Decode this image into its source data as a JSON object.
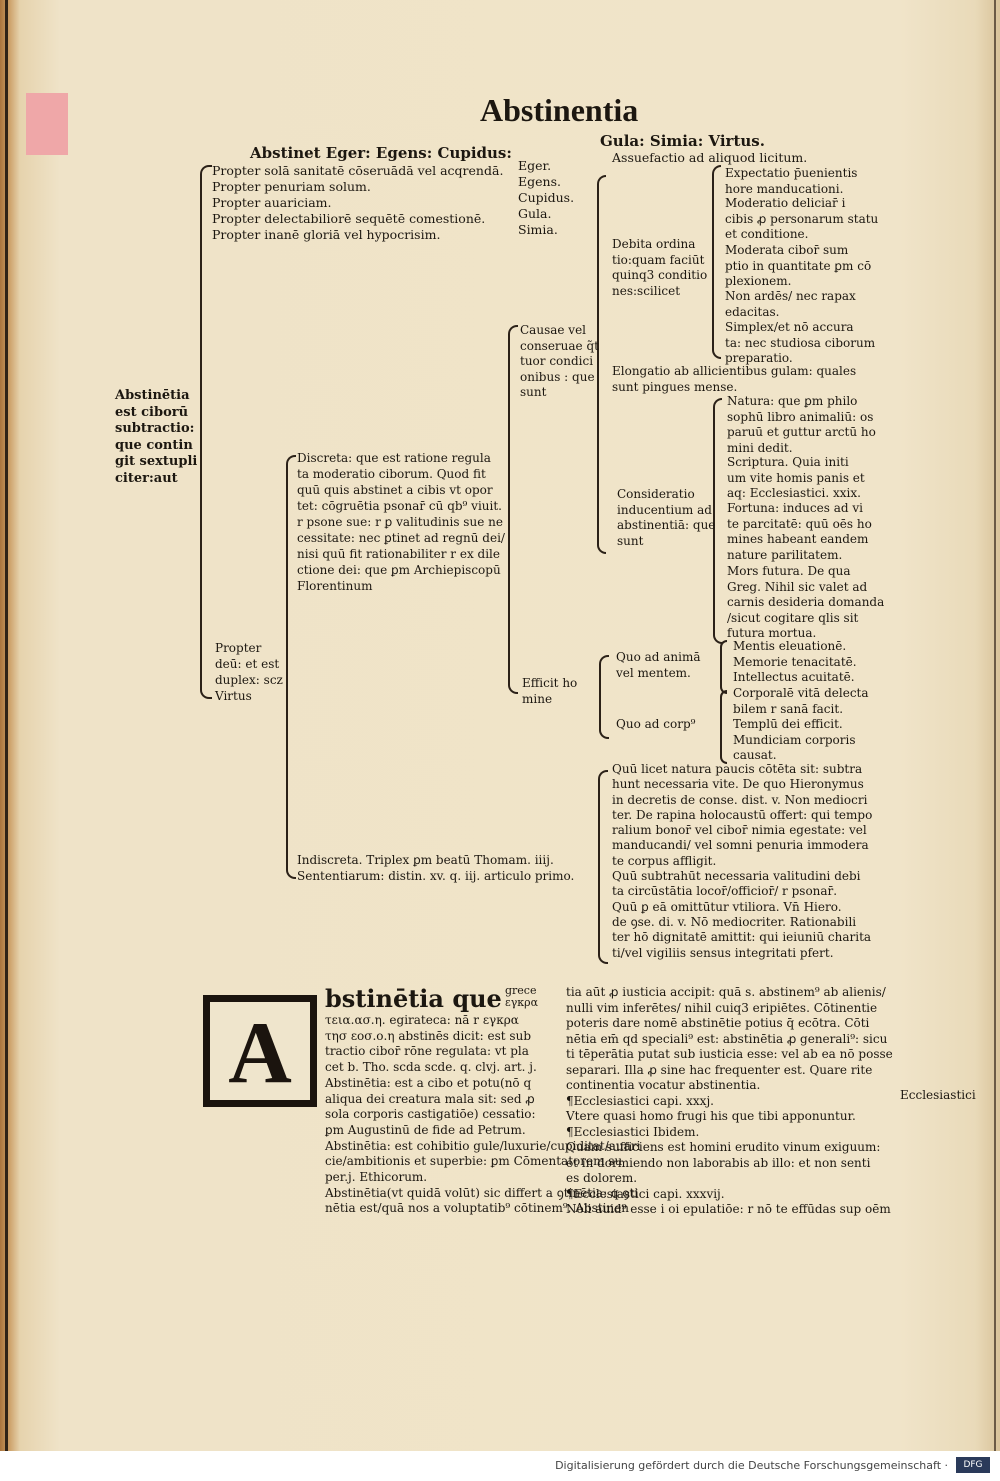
{
  "page": {
    "title": "Abstinentia",
    "head_terms": "Abstinet  Eger:  Egens:  Cupidus:",
    "head_terms2": "Gula:  Simia:  Virtus."
  },
  "propter_list": [
    "Propter solā sanitatē cōseruādā vel acqrendā.",
    "Propter penuriam solum.",
    "Propter auariciam.",
    "Propter delectabiliorē sequētē comestionē.",
    "Propter inanē gloriā vel hypocrisim."
  ],
  "list_b": [
    "Eger.",
    "Egens.",
    "Cupidus.",
    "Gula.",
    "Simia."
  ],
  "left_def": "Abstinētia\nest ciborū\nsubtractio:\nque contin\ngit sextupli\nciter:aut",
  "debita": "Debita ordina\ntio:quam faciūt\nquinq3 conditio\nnes:scilicet",
  "assuefactio": "Assuefactio ad aliquod licitum.",
  "conditiones": [
    "Expectatio p̄uenientis\nhore manducationi.",
    "Moderatio deliciar̄ i\ncibis ꝓ personarum statu\net conditione.",
    "Moderata cibor̄ sum\nptio in quantitate ꝑm cō\nplexionem.",
    "Non ardēs/ nec rapax\nedacitas.",
    "Simplex/et nō accura\nta: nec studiosa ciborum\npreparatio."
  ],
  "causae": "Causae vel\nconseruae q̃t\ntuor condici\nonibus : que\nsunt",
  "elongatio": "Elongatio ab allicientibus gulam: quales\nsunt pingues mense.",
  "consideratio": "Consideratio\ninducentium ad\nabstinentiā: que\nsunt",
  "consid_items": [
    "Natura: que ꝑm philo\nsophū libro animaliū: os\nparuū et guttur arctū ho\nmini dedit.",
    "Scriptura. Quia initi\num vite homis panis et\naq: Ecclesiastici. xxix.",
    "Fortuna: induces ad vi\nte parcitatē: quū oēs ho\nmines habeant eandem\nnature parilitatem.",
    "Mors futura. De qua\nGreg. Nihil sic valet ad\ncarnis desideria domanda\n/sicut cogitare qlis sit\nfutura mortua."
  ],
  "discreta": "Discreta: que est ratione regula\nta moderatio ciborum. Quod fit\nquū quis abstinet a cibis vt opor\ntet: cōgruētia psonar̄ cū qb⁹ viuit.\nr psone sue: r ꝑ valitudinis sue ne\ncessitate: nec ꝑtinet ad regnū dei/\nnisi quū fit rationabiliter r ex dile\nctione dei: que ꝑm Archiepiscopū\nFlorentinum",
  "propter_deum": "Propter\ndeū: et est\nduplex: scz\nVirtus",
  "efficit": "Efficit ho\nmine",
  "quo_anima": "Quo ad animā\nvel mentem.",
  "anima_items": "Mentis eleuationē.\nMemorie tenacitatē.\nIntellectus acuitatē.",
  "quo_corpus": "Quo ad corp⁹",
  "corpus_items": "Corporalē vitā delecta\nbilem r sanā facit.\nTemplū dei efficit.\nMundiciam corporis\ncausat.",
  "indiscreta": "Indiscreta. Triplex ꝑm beatū Thomam. iiij.\nSententiarum: distin. xv. q. iij. articulo primo.",
  "indiscreta_items": "Quū licet natura paucis cōtēta sit: subtra\nhunt necessaria vite. De quo Hieronymus\nin decretis de conse. dist. v. Non mediocri\nter. De rapina holocaustū offert: qui tempo\nralium bonor̄ vel cibor̄ nimia egestate: vel\nmanducandi/ vel somni penuria immodera\nte corpus affligit.\nQuū subtrahūt necessaria valitudini debi\nta circūstātia locor̄/officior̄/ r psonar̄.\nQuū ꝑ eā omittūtur vtiliora. Vn̄ Hiero.\nde ꝯse. di. v. Nō mediocriter. Rationabili\nter hō dignitatē amittit: qui ieiuniū charita\nti/vel vigiliis sensus integritati pfert.",
  "text_main": {
    "lead": "bstinētia que",
    "grece": "grece\nεγκρα",
    "lines": "τεια.ασ.η. egirateca: nā r εγκρα\nτησ εοσ.ο.η abstinēs dicit: est sub\ntractio cibor̄ rōne regulata: vt pla\ncet b. Tho. scda scde. q. clvj. art. j.\nAbstinētia: est a cibo et potu(nō q\naliqua dei creatura mala sit: sed ꝓ\nsola corporis castigatiōe) cessatio:\nꝑm Augustinū de fide ad Petrum.\nAbstinētia: est cohibitio gule/luxurie/cupiditat/auari\ncie/ambitionis et superbie: ꝑm Cōmentatorem su\nper.j. Ethicorum.\nAbstinētia(vt quidā volūt) sic differt a ꝯtinētia: q ꝯti\nnētia est/quā nos a voluptatib⁹ cōtinem⁹. Abstinen"
  },
  "text_right": "tia aūt ꝓ iusticia accipit: quā s. abstinem⁹ ab alienis/\nnulli vim inferētes/ nihil cuiq3 eripiētes. Cōtinentie\npoteris dare nomē abstinētie potius q̄ ecōtra. Cōti\nnētia em̄ qd speciali⁹ est: abstinētia ꝓ generali⁹: sicu\nti tēperātia putat sub iusticia esse: vel ab ea nō posse\nseparari. Illa ꝓ sine hac frequenter est. Quare rite\ncontinentia vocatur abstinentia.\n¶Ecclesiastici capi. xxxj.\nVtere quasi homo frugi his que tibi apponuntur.\n¶Ecclesiastici Ibidem.\nQuam sufficiens est homini erudito vinum exiguum:\net in dormiendo non laborabis ab illo: et non senti\nes dolorem.\n¶Ecclesiastici capi. xxxvij.\nNoli auid⁹ esse i oi epulatiōe: r nō te effūdas sup oēm",
  "margin_note": "Ecclesiastici",
  "initial_letter": "A",
  "footer": {
    "text": "Digitalisierung gefördert durch die Deutsche Forschungsgemeinschaft ·",
    "logo": "DFG"
  }
}
